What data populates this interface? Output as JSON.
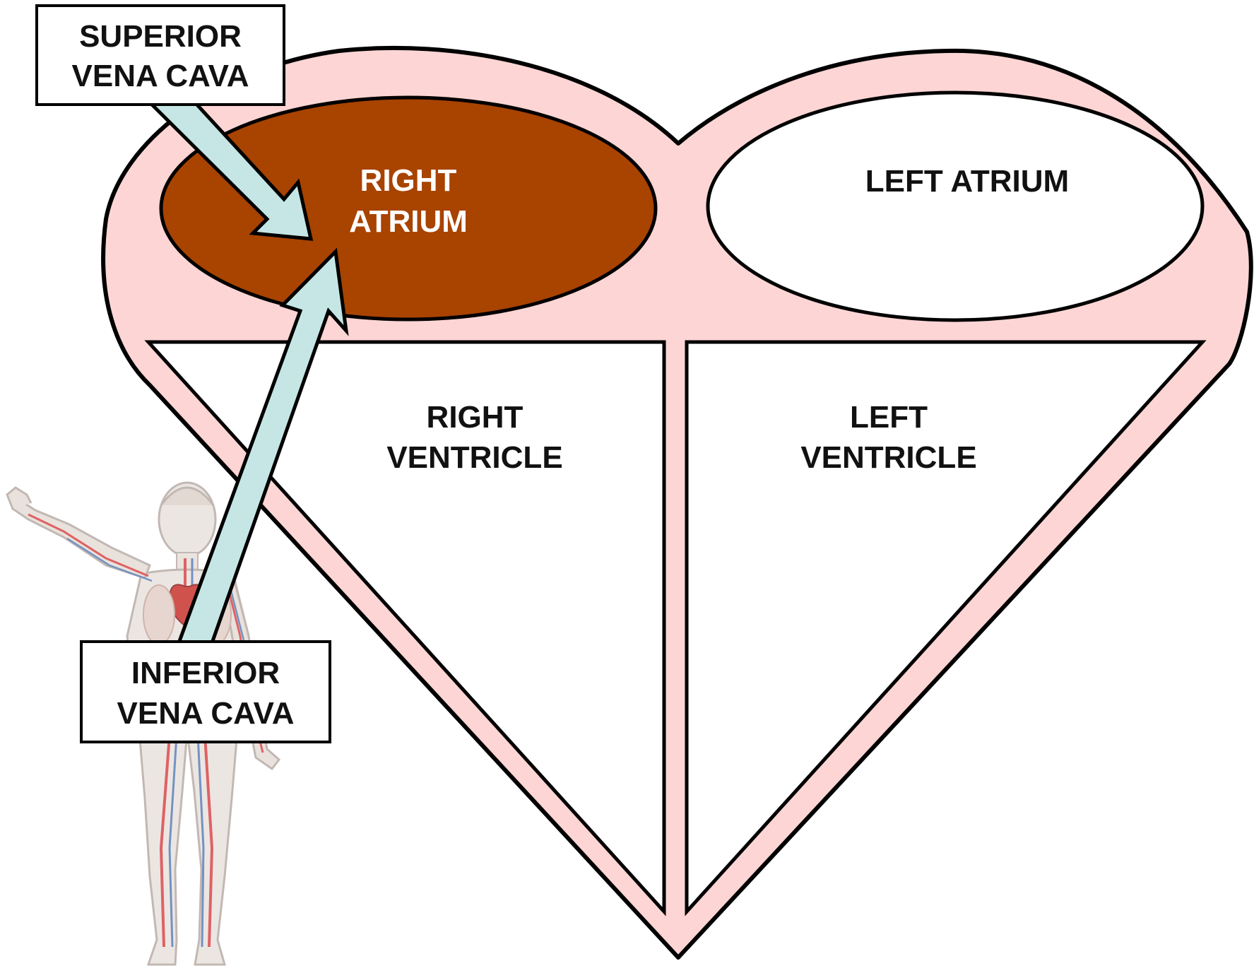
{
  "labels": {
    "superior_line1": "SUPERIOR",
    "superior_line2": "VENA CAVA",
    "inferior_line1": "INFERIOR",
    "inferior_line2": "VENA CAVA",
    "right_atrium_line1": "RIGHT",
    "right_atrium_line2": "ATRIUM",
    "left_atrium": "LEFT ATRIUM",
    "right_ventricle_line1": "RIGHT",
    "right_ventricle_line2": "VENTRICLE",
    "left_ventricle_line1": "LEFT",
    "left_ventricle_line2": "VENTRICLE"
  },
  "colors": {
    "heart_wall": "#fcd5d4",
    "right_atrium_fill": "#a84300",
    "chamber_fill": "#ffffff",
    "arrow_fill": "#c6e6e6",
    "outline": "#000000",
    "label_on_dark": "#ffffff",
    "label_on_light": "#111111"
  },
  "icons": {
    "body_figure": "human-circulatory-figure-icon"
  }
}
